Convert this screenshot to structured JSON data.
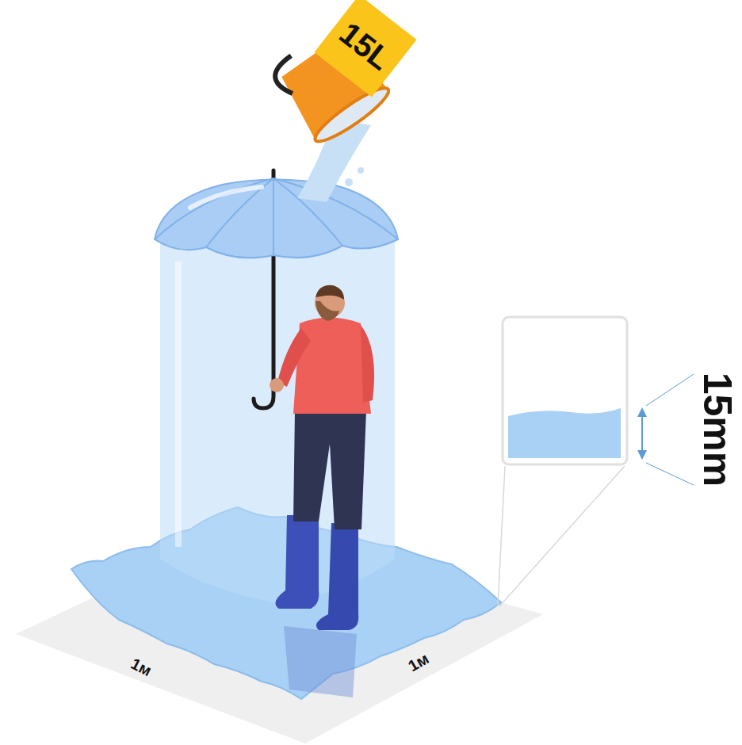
{
  "diagram": {
    "nodes": [
      {
        "text": [
          "15L"
        ]
      }
    ],
    "labels": [
      "15mm",
      "1м",
      "1м"
    ]
  }
}
